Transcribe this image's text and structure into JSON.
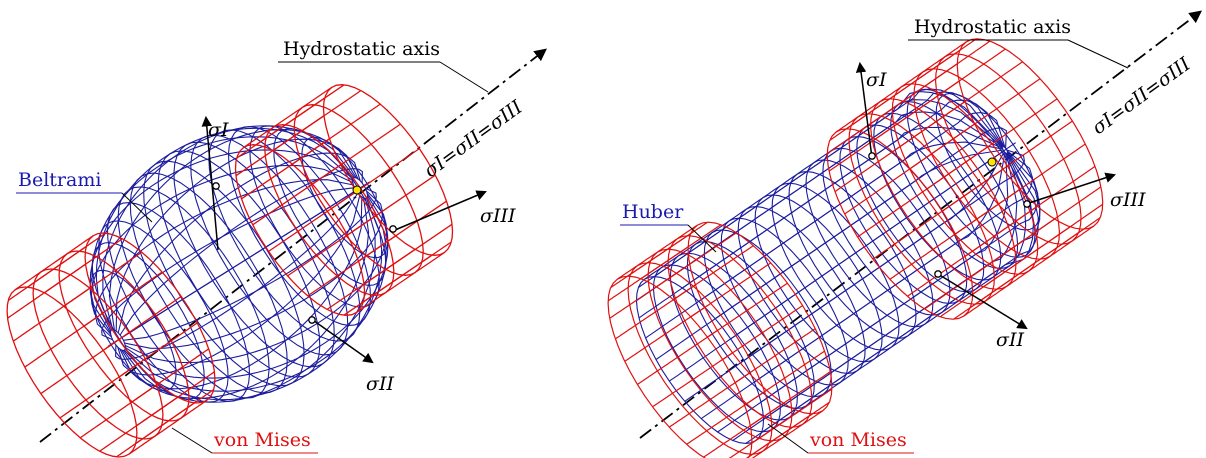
{
  "colors": {
    "von_mises": "#e01010",
    "inner_surface": "#1c1c9e",
    "axis": "#000000",
    "apex_dot": "#ffe400"
  },
  "left": {
    "hydrostatic_label": "Hydrostatic axis",
    "axis_equation": "σI=σII=σIII",
    "sigma_I": "σI",
    "sigma_II": "σII",
    "sigma_III": "σIII",
    "inner_name": "Beltrami",
    "outer_name": "von Mises"
  },
  "right": {
    "hydrostatic_label": "Hydrostatic axis",
    "axis_equation": "σI=σII=σIII",
    "sigma_I": "σI",
    "sigma_II": "σII",
    "sigma_III": "σIII",
    "inner_name": "Huber",
    "outer_name": "von Mises"
  }
}
